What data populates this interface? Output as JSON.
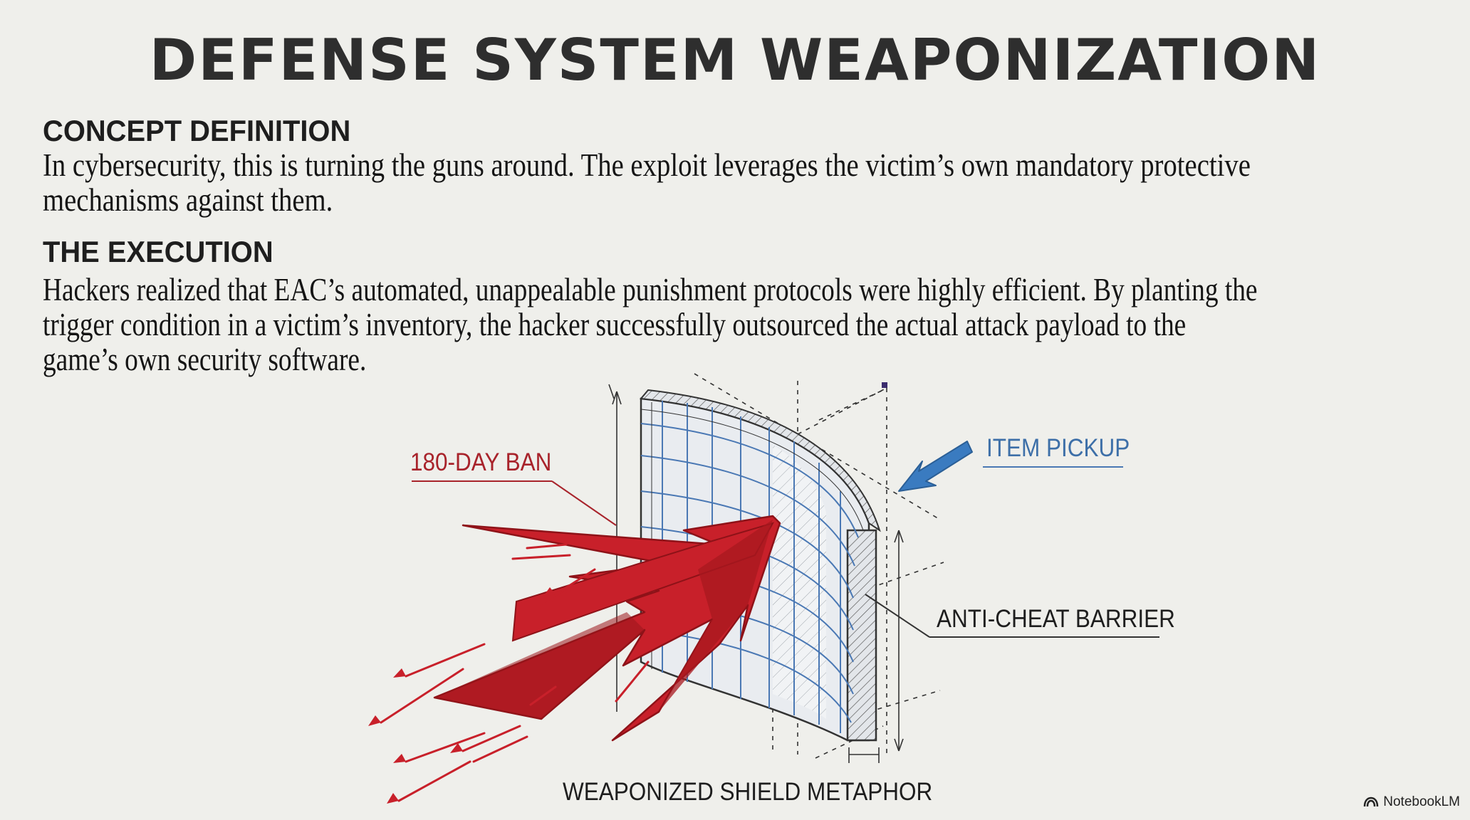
{
  "slide": {
    "title": "DEFENSE SYSTEM WEAPONIZATION",
    "sections": [
      {
        "heading": "CONCEPT DEFINITION",
        "body_lines": [
          "In cybersecurity, this is turning the guns around. The exploit leverages the victim’s own mandatory protective",
          "mechanisms against them."
        ]
      },
      {
        "heading": "THE EXECUTION",
        "body_lines": [
          "Hackers realized that EAC’s automated, unappealable punishment protocols were highly efficient. By planting the",
          "trigger condition in a victim’s inventory, the hacker successfully outsourced the actual attack payload to the",
          "game’s own security software."
        ]
      }
    ]
  },
  "diagram": {
    "labels": {
      "ban": "180-DAY BAN",
      "pickup": "ITEM PICKUP",
      "barrier": "ANTI-CHEAT BARRIER",
      "caption": "WEAPONIZED SHIELD METAPHOR"
    },
    "colors": {
      "ban_arrow": "#c8202a",
      "ban_arrow_dark": "#8e1218",
      "pickup_arrow": "#3a7bc0",
      "shield_line": "#4a78b4",
      "ink": "#2a2a2a"
    }
  },
  "branding": {
    "icon": "notebooklm-logo-icon",
    "name": "NotebookLM"
  }
}
